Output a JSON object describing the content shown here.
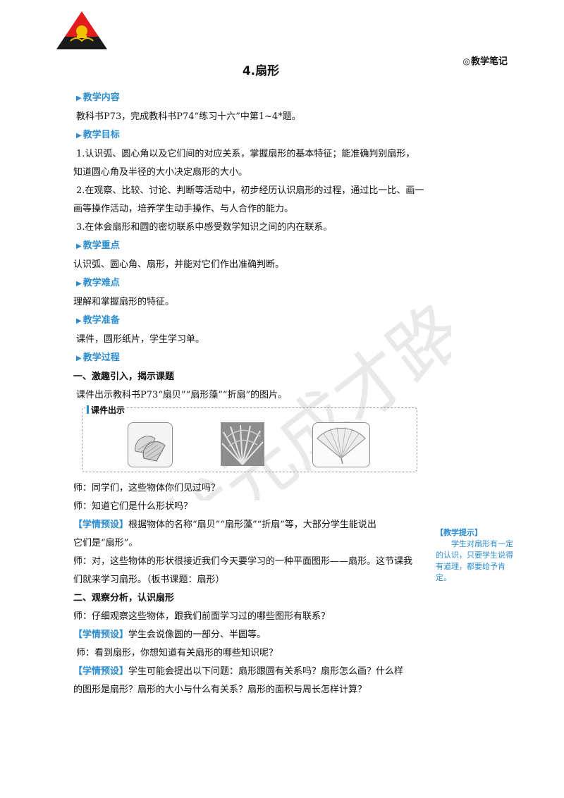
{
  "side_title": "教学笔记",
  "side_title_mark": "◎",
  "title": "4.扇形",
  "watermark": "状元成才路",
  "sections": {
    "content_head": "教学内容",
    "content_body": "教科书P73，完成教科书P74“练习十六”中第1~4*题。",
    "goal_head": "教学目标",
    "goal_1a": "1.认识弧、圆心角以及它们间的对应关系，掌握扇形的基本特征；能准确判别扇形，",
    "goal_1b": "知道圆心角及半径的大小决定扇形的大小。",
    "goal_2a": "2.在观察、比较、讨论、判断等活动中，初步经历认识扇形的过程，通过比一比、画一",
    "goal_2b": "画等操作活动，培养学生动手操作、与人合作的能力。",
    "goal_3": "3.在体会扇形和圆的密切联系中感受数学知识之间的内在联系。",
    "key_head": "教学重点",
    "key_body": "认识弧、圆心角、扇形，并能对它们作出准确判断。",
    "diff_head": "教学难点",
    "diff_body": "理解和掌握扇形的特征。",
    "prep_head": "教学准备",
    "prep_body": "课件，圆形纸片，学生学习单。",
    "proc_head": "教学过程",
    "part1_head": "一、激趣引入，揭示课题",
    "part1_body": "课件出示教科书P73“扇贝”“扇形藻”“折扇”的图片。",
    "show_label": "课件出示",
    "t1": "师：同学们，这些物体你们见过吗？",
    "t2": "师：知道它们是什么形状吗？",
    "tag": "【学情预设】",
    "p1a": "根据物体的名称“扇贝”“扇形藻”“折扇”等，大部分学生能说出",
    "p1b": "它们是“扇形”。",
    "t3a": "师：对，这些物体的形状很接近我们今天要学习的一种平面图形——扇形。这节课我",
    "t3b": "们就来学习扇形。（板书课题：扇形）",
    "part2_head": "二、观察分析，认识扇形",
    "t4": "师：仔细观察这些物体，跟我们前面学习过的哪些图形有联系？",
    "p2": "学生会说像圆的一部分、半圆等。",
    "t5": "师：看到扇形，你想知道有关扇形的哪些知识呢？",
    "p3a": "学生可能会提出以下问题：扇形跟圆有关系吗？扇形怎么画？什么样",
    "p3b": "的图形是扇形？扇形的大小与什么有关系？扇形的面积与周长怎样计算？"
  },
  "note": {
    "title": "【教学提示】",
    "body": "学生对扇形有一定的认识，只要学生说得有道理，都要给予肯定。"
  },
  "colors": {
    "accent": "#2b8ccf",
    "logo_red": "#e21b1b",
    "logo_dark": "#1a1a1a",
    "logo_gold": "#f2c200"
  }
}
